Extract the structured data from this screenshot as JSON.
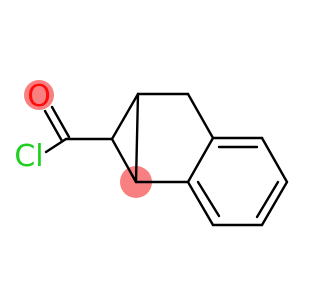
{
  "molecule": {
    "atoms": [
      {
        "id": "o1",
        "symbol": "O",
        "color": "#ff0d0d"
      },
      {
        "id": "cl1",
        "symbol": "Cl",
        "color": "#1fd01f"
      }
    ],
    "highlight_color": "#f88080"
  }
}
